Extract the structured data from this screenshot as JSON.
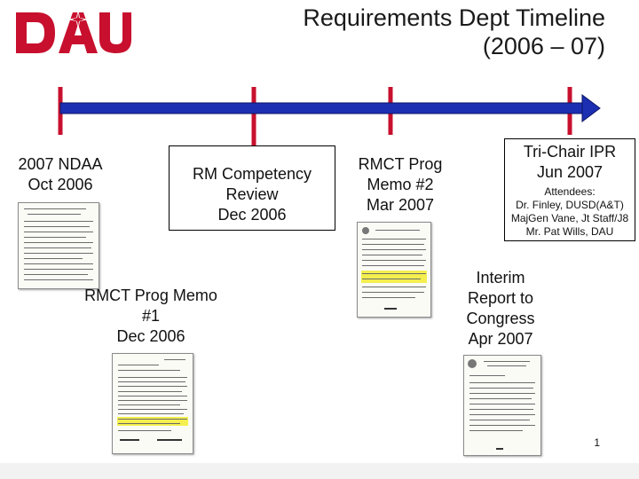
{
  "logo": {
    "text": "DAU",
    "color": "#c8102e"
  },
  "title": {
    "line1": "Requirements Dept Timeline",
    "line2": "(2006 – 07)"
  },
  "timeline": {
    "color": "#1c2fb3",
    "tick_color": "#c8102e"
  },
  "events": {
    "ndaa": {
      "line1": "2007 NDAA",
      "line2": "Oct 2006"
    },
    "rm_review": {
      "line1": "RM Competency",
      "line2": "Review",
      "line3": "Dec 2006"
    },
    "memo1": {
      "line1": "RMCT Prog Memo",
      "line2": "#1",
      "line3": "Dec 2006"
    },
    "memo2": {
      "line1": "RMCT Prog",
      "line2": "Memo #2",
      "line3": "Mar 2007"
    },
    "tri_chair": {
      "line1": "Tri-Chair IPR",
      "line2": "Jun 2007",
      "attendees_label": "Attendees:",
      "attendees": [
        "Dr. Finley, DUSD(A&T)",
        "MajGen Vane, Jt Staff/J8",
        "Mr. Pat Wills, DAU"
      ]
    },
    "interim": {
      "line1": "Interim",
      "line2": "Report to",
      "line3": "Congress",
      "line4": "Apr 2007"
    }
  },
  "slide_number": "1"
}
